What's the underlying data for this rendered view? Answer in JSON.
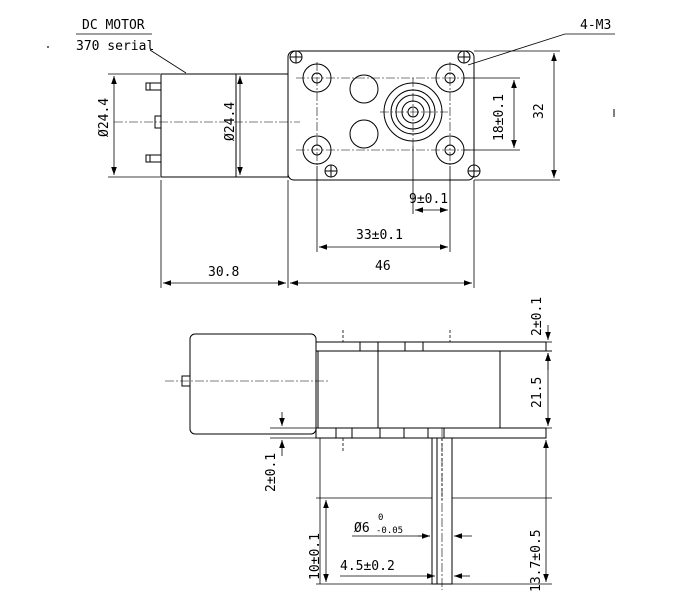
{
  "labels": {
    "motor_type": "DC MOTOR",
    "motor_series": "370 serial",
    "screw": "4-M3"
  },
  "dimensions": {
    "motor_dia_left": "Ø24.4",
    "motor_dia_right": "Ø24.4",
    "height_32": "32",
    "hole_span_18": "18±0.1",
    "offset_9": "9±0.1",
    "offset_33": "33±0.1",
    "motor_len": "30.8",
    "box_len": "46",
    "plate_top": "2±0.1",
    "box_height": "21.5",
    "plate_bottom": "2±0.1",
    "shaft_len": "10±0.1",
    "shaft_dia_main": "Ø6",
    "shaft_dia_upper_tol": "0",
    "shaft_dia_lower_tol": "-0.05",
    "flat_width": "4.5±0.2",
    "shaft_total": "13.7±0.5"
  }
}
